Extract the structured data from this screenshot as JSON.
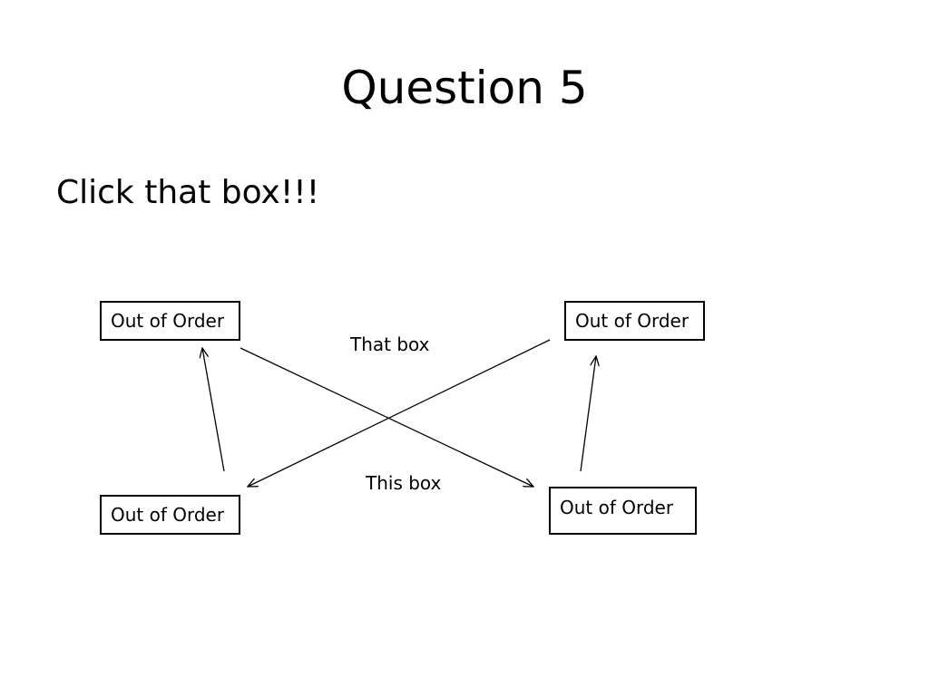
{
  "slide": {
    "title": "Question 5",
    "prompt": "Click that box!!!"
  },
  "diagram": {
    "boxes": {
      "top_left": "Out of Order",
      "top_right": "Out of Order",
      "bottom_left": "Out of Order",
      "bottom_right": "Out of Order"
    },
    "labels": {
      "that_box": "That box",
      "this_box": "This box"
    },
    "line_color": "#000000"
  }
}
